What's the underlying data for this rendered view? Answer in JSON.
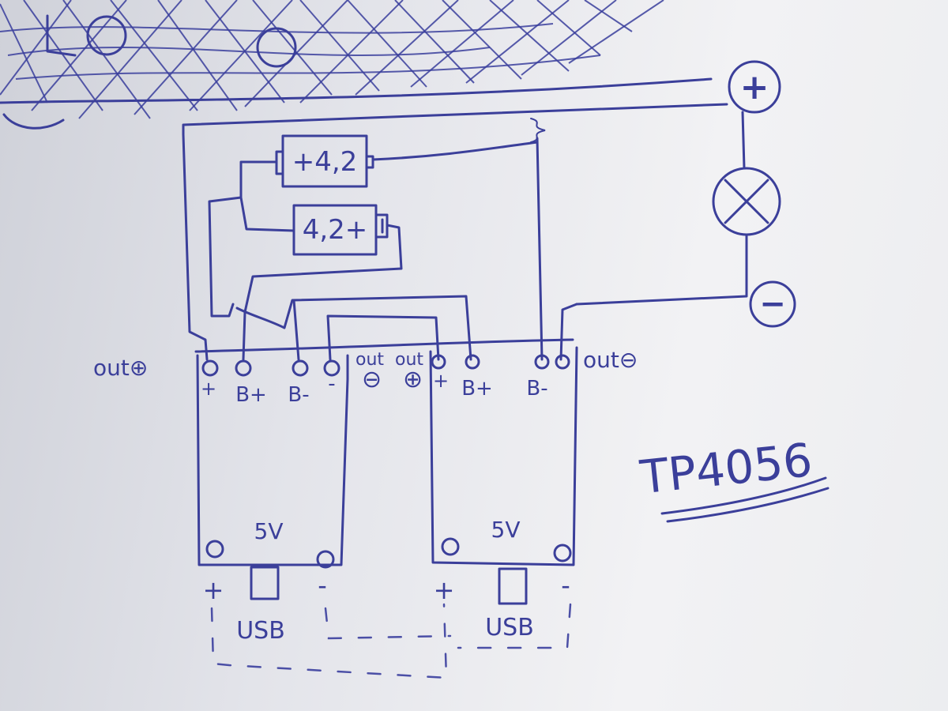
{
  "battery_1": {
    "label": "+4,2"
  },
  "battery_2": {
    "label": "4,2+"
  },
  "lamp_terminals": {
    "plus": "+",
    "minus": "−"
  },
  "out_labels": {
    "left_plus": "out⊕",
    "mid_minus_text": "out",
    "mid_minus_sym": "⊖",
    "mid_plus_text": "out",
    "mid_plus_sym": "⊕",
    "right_minus": "out⊖"
  },
  "module_left": {
    "pins": [
      "+",
      "B+",
      "B-",
      "-"
    ],
    "voltage": "5V",
    "usb": "USB",
    "usb_plus": "+",
    "usb_minus": "-"
  },
  "module_right": {
    "pins": [
      "+",
      "B+",
      "B-"
    ],
    "voltage": "5V",
    "usb": "USB",
    "usb_plus": "+",
    "usb_minus": "-"
  },
  "chip_label": "TP4056",
  "colors": {
    "ink": "#3b3f9a",
    "paper": "#eeeef2"
  }
}
